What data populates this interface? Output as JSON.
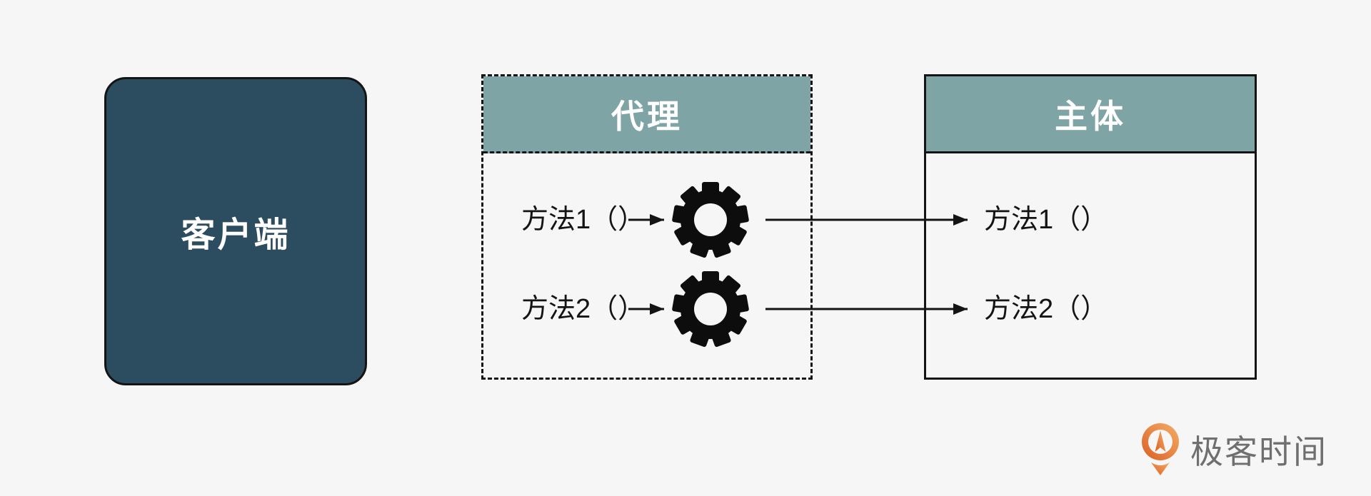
{
  "page": {
    "background": "#f5f6f5"
  },
  "client_box": {
    "label": "客户端",
    "fill": "#2b4d5f",
    "border_color": "#141414",
    "text_color": "#ffffff"
  },
  "proxy_box": {
    "title": "代理",
    "header_fill": "#7fa4a6",
    "title_color": "#ffffff",
    "border_style": "dashed",
    "methods": [
      "方法1（）",
      "方法2（）"
    ]
  },
  "subject_box": {
    "title": "主体",
    "header_fill": "#7fa4a6",
    "title_color": "#ffffff",
    "border_style": "solid",
    "methods": [
      "方法1（）",
      "方法2（）"
    ]
  },
  "icons": {
    "gear": "gear-icon",
    "gear_color": "#0d0d0d",
    "arrow_color": "#141414"
  },
  "logo": {
    "text": "极客时间",
    "icon": "geektime-pin-icon",
    "icon_gradient_start": "#f4ae68",
    "icon_gradient_end": "#db5f24",
    "text_color": "#6f6f6f"
  }
}
